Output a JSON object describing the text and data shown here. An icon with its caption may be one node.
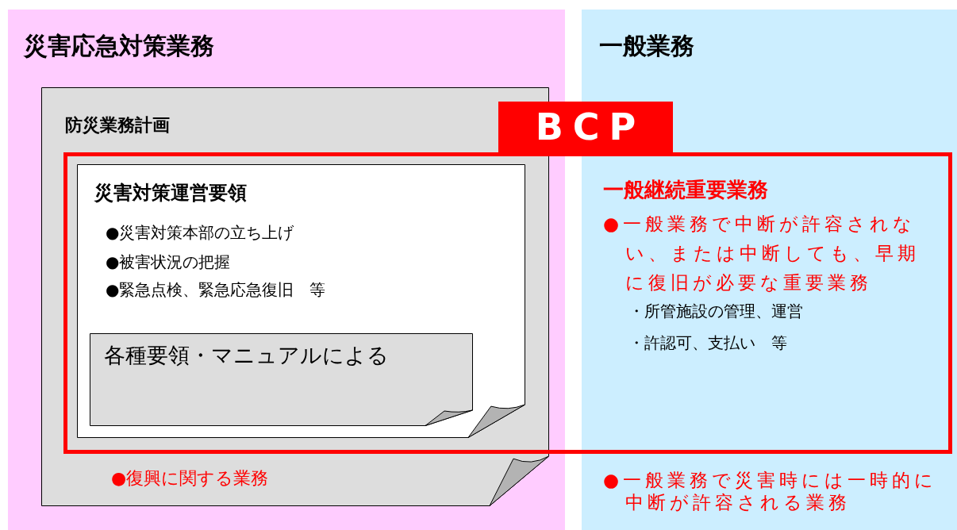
{
  "diagram": {
    "nodes": [
      {
        "text": [
          "災害応急対策業務"
        ]
      },
      {
        "text": [
          "一般業務",
          "一般継続重要業務",
          "●一般業務で中断が許容されない、または中断しても、早期に復旧が必要な重要業務",
          "・所管施設の管理、運営",
          "・許認可、支払い　等",
          "●一般業務で災害時には一時的に中断が許容される業務"
        ]
      },
      {
        "text": [
          "防災業務計画",
          "●復興に関する業務"
        ],
        "in": 0
      },
      {
        "text": [
          "BCP"
        ]
      },
      {
        "text": [
          "災害対策運営要領",
          "●災害対策本部の立ち上げ",
          "●被害状況の把握",
          "●緊急点検、緊急応急復旧　等"
        ],
        "in": 2
      },
      {
        "text": [
          "各種要領・マニュアルによる"
        ],
        "in": 4
      }
    ]
  }
}
